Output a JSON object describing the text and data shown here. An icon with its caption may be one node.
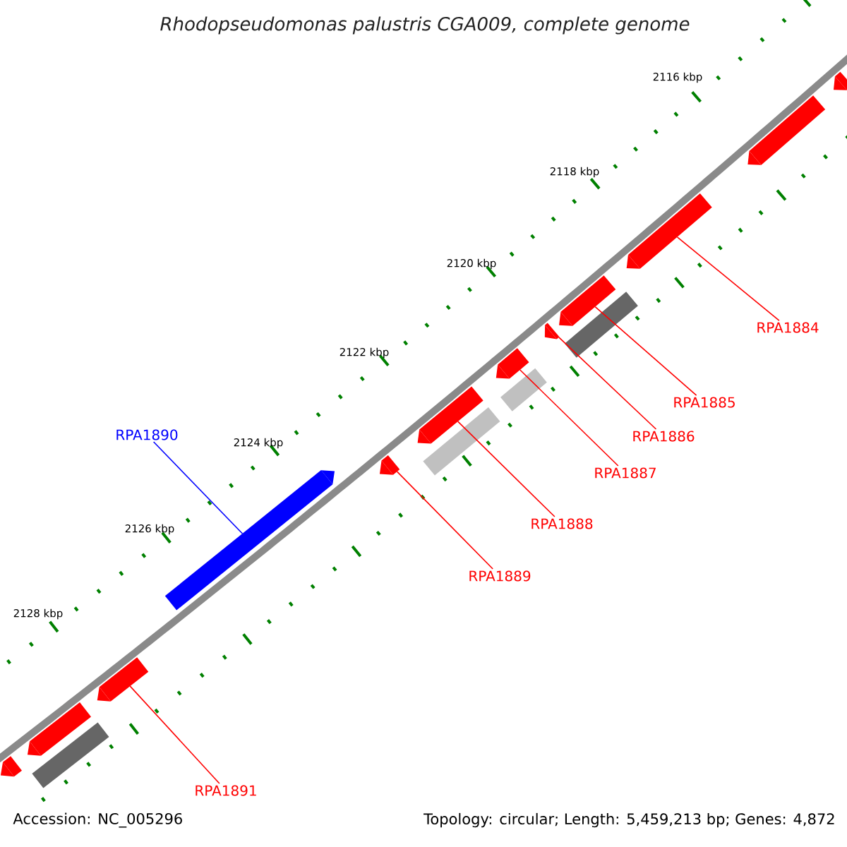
{
  "diagram": {
    "title": "Rhodopseudomonas palustris CGA009, complete genome",
    "nodes": [
      {
        "text": [
          "RPA1884"
        ]
      },
      {
        "text": [
          "RPA1885"
        ]
      },
      {
        "text": [
          "RPA1890"
        ]
      },
      {
        "text": [
          "RPA1886"
        ]
      },
      {
        "text": [
          "RPA1887"
        ]
      },
      {
        "text": [
          "RPA1888"
        ]
      },
      {
        "text": [
          "RPA1889"
        ]
      },
      {
        "text": [
          "RPA1891"
        ]
      },
      {
        "text": [],
        "shape": "arrow"
      },
      {
        "text": [],
        "shape": "arrow"
      },
      {
        "text": [],
        "shape": "arrow"
      },
      {
        "text": [],
        "shape": "arrow"
      },
      {
        "text": [],
        "shape": "bar"
      },
      {
        "text": [],
        "shape": "arrow"
      },
      {
        "text": [],
        "shape": "arrow"
      },
      {
        "text": [],
        "shape": "bar"
      },
      {
        "text": [],
        "shape": "arrow"
      },
      {
        "text": [],
        "shape": "bar"
      },
      {
        "text": [],
        "shape": "arrow"
      },
      {
        "text": [],
        "shape": "arrow"
      },
      {
        "text": [],
        "shape": "arrow"
      },
      {
        "text": [],
        "shape": "arrow"
      },
      {
        "text": [],
        "shape": "bar"
      },
      {
        "text": [],
        "shape": "arrow"
      }
    ],
    "edges": [
      {
        "from": 0,
        "to": 10,
        "arrow": "none"
      },
      {
        "from": 1,
        "to": 11,
        "arrow": "none"
      },
      {
        "from": 2,
        "to": 19,
        "arrow": "none",
        "color": "#0000ff"
      },
      {
        "from": 3,
        "to": 13,
        "arrow": "none"
      },
      {
        "from": 4,
        "to": 14,
        "arrow": "none"
      },
      {
        "from": 5,
        "to": 16,
        "arrow": "none"
      },
      {
        "from": 6,
        "to": 18,
        "arrow": "none"
      },
      {
        "from": 7,
        "to": 20,
        "arrow": "none"
      }
    ],
    "labels": [
      "2116 kbp",
      "2118 kbp",
      "2120 kbp",
      "2122 kbp",
      "2124 kbp",
      "2126 kbp",
      "2128 kbp",
      "Accession: NC_005296",
      "Topology: circular; Length: 5,459,213 bp; Genes: 4,872"
    ]
  }
}
